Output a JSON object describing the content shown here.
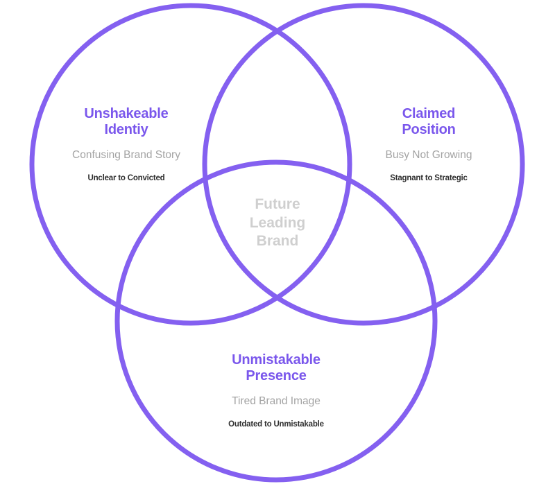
{
  "colors": {
    "stroke": "#8460f0",
    "title": "#7a57ec",
    "subtitle": "#a3a3a3",
    "caption": "#2e2e2e",
    "center": "#cfcfcf"
  },
  "circles": [
    {
      "key": "top-left",
      "title_lines": [
        "Unshakeable",
        "Identiy"
      ],
      "subtitle": "Confusing Brand Story",
      "caption": "Unclear to Convicted"
    },
    {
      "key": "top-right",
      "title_lines": [
        "Claimed",
        "Position"
      ],
      "subtitle": "Busy Not Growing",
      "caption": "Stagnant to Strategic"
    },
    {
      "key": "bottom",
      "title_lines": [
        "Unmistakable",
        "Presence"
      ],
      "subtitle": "Tired Brand Image",
      "caption": "Outdated to Unmistakable"
    }
  ],
  "center": {
    "lines": [
      "Future",
      "Leading",
      "Brand"
    ]
  }
}
